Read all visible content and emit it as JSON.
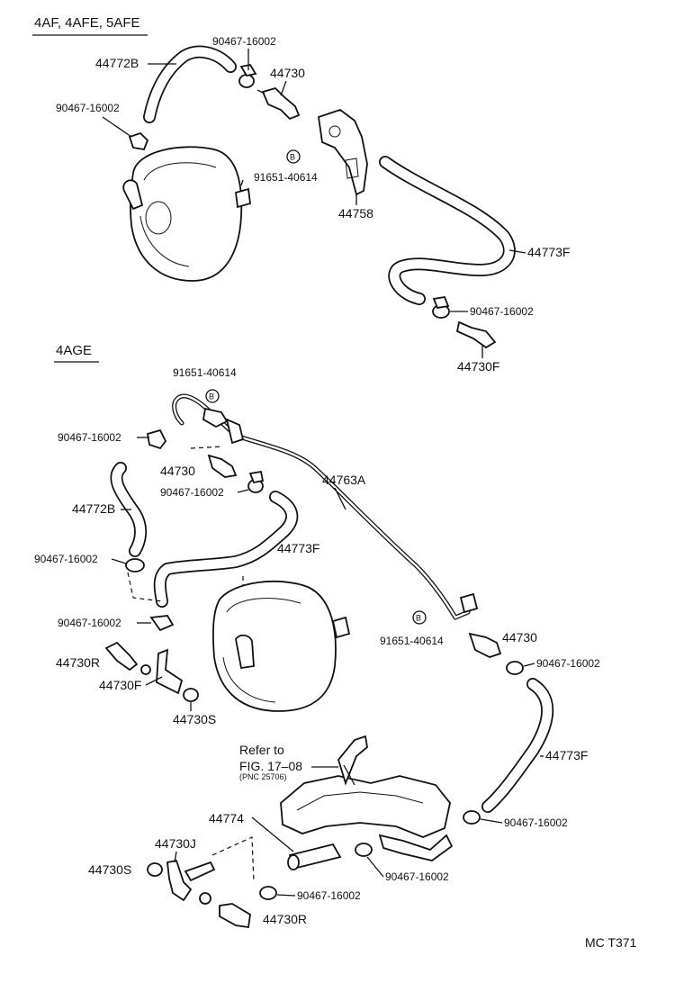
{
  "sections": {
    "top": "4AF, 4AFE, 5AFE",
    "bottom": "4AGE"
  },
  "labels": {
    "top_clamp_1": "90467-16002",
    "top_hose_44772b": "44772B",
    "top_valve_44730": "44730",
    "top_clamp_2": "90467-16002",
    "top_bolt_mark": "B",
    "top_bolt": "91651-40614",
    "top_bracket_44758": "44758",
    "top_hose_44773f": "44773F",
    "top_clamp_3": "90467-16002",
    "top_valve_44730f": "44730F",
    "btm_bolt_mark_1": "B",
    "btm_bolt_1": "91651-40614",
    "btm_clamp_1": "90467-16002",
    "btm_valve_44730": "44730",
    "btm_clamp_2": "90467-16002",
    "btm_pipe_44763a": "44763A",
    "btm_hose_44772b": "44772B",
    "btm_clamp_3": "90467-16002",
    "btm_hose_44773f_1": "44773F",
    "btm_clamp_4": "90467-16002",
    "btm_44730r_1": "44730R",
    "btm_44730f": "44730F",
    "btm_44730s_1": "44730S",
    "btm_bolt_mark_2": "B",
    "btm_bolt_2": "91651-40614",
    "btm_valve_44730_2": "44730",
    "btm_clamp_5": "90467-16002",
    "btm_hose_44773f_2": "44773F",
    "refer_1": "Refer to",
    "refer_2": "FIG. 17–08",
    "refer_3": "(PNC 25706)",
    "btm_clamp_6": "90467-16002",
    "btm_44774": "44774",
    "btm_44730j": "44730J",
    "btm_44730s_2": "44730S",
    "btm_clamp_7": "90467-16002",
    "btm_clamp_8": "90467-16002",
    "btm_44730r_2": "44730R"
  },
  "footer": {
    "code": "MC  T371"
  }
}
